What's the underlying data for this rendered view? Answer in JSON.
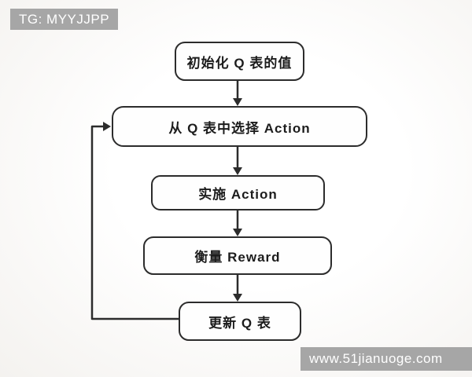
{
  "watermarks": {
    "top_left": "TG: MYYJJPP",
    "bottom_right": "www.51jianuoge.com"
  },
  "flowchart": {
    "nodes": [
      {
        "id": "init-q-table",
        "label": "初始化 Q 表的值"
      },
      {
        "id": "choose-action",
        "label": "从 Q 表中选择 Action"
      },
      {
        "id": "do-action",
        "label": "实施 Action"
      },
      {
        "id": "measure-reward",
        "label": "衡量 Reward"
      },
      {
        "id": "update-q-table",
        "label": "更新 Q 表"
      }
    ],
    "edges": [
      {
        "from": "init-q-table",
        "to": "choose-action"
      },
      {
        "from": "choose-action",
        "to": "do-action"
      },
      {
        "from": "do-action",
        "to": "measure-reward"
      },
      {
        "from": "measure-reward",
        "to": "update-q-table"
      },
      {
        "from": "update-q-table",
        "to": "choose-action",
        "type": "feedback-loop"
      }
    ]
  },
  "colors": {
    "node_border": "#2c2c2c",
    "node_fill": "#fefefe",
    "connector": "#2c2c2c",
    "watermark_bg": "#a6a6a6",
    "watermark_text": "#ffffff",
    "background": "#f4f2ef"
  }
}
